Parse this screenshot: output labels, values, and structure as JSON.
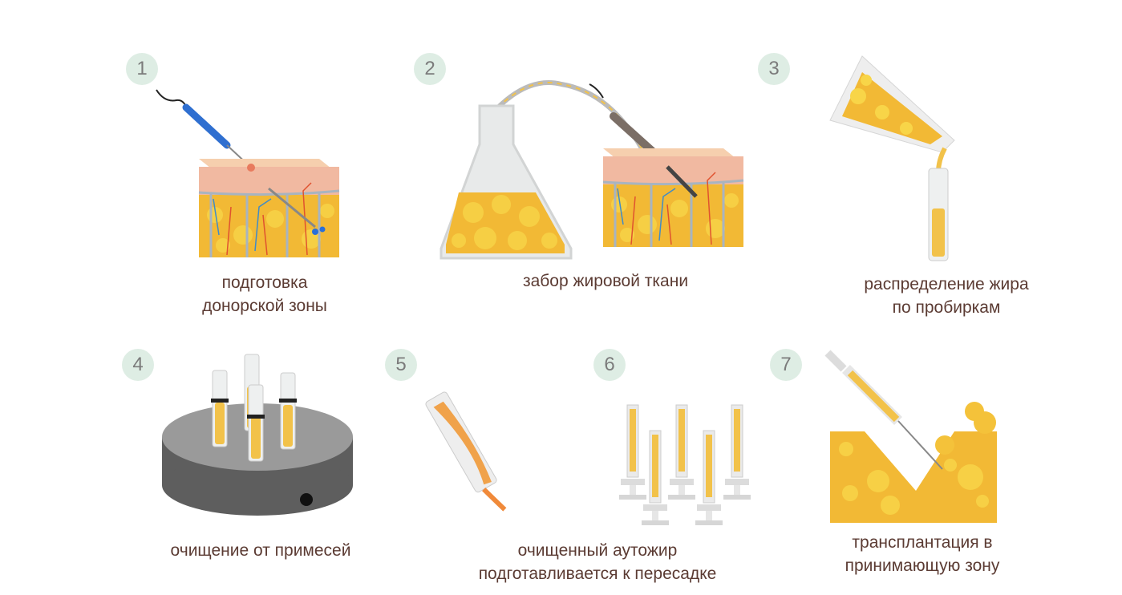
{
  "title_faded": "",
  "steps": [
    {
      "number": "1",
      "line1": "подготовка",
      "line2": "донорской зоны"
    },
    {
      "number": "2",
      "line1": "забор жировой ткани",
      "line2": ""
    },
    {
      "number": "3",
      "line1": "распределение жира",
      "line2": "по пробиркам"
    },
    {
      "number": "4",
      "line1": "очищение от примесей",
      "line2": ""
    },
    {
      "number": "5",
      "line1": "очищенный аутожир",
      "line2": "подготавливается к пересадке"
    },
    {
      "number": "6",
      "line1": "",
      "line2": ""
    },
    {
      "number": "7",
      "line1": "трансплантация в",
      "line2": "принимающую зону"
    }
  ],
  "colors": {
    "fat": "#f2b935",
    "badge": "#deede4",
    "text": "#5b3b33",
    "skin": "#f3c3a8"
  }
}
